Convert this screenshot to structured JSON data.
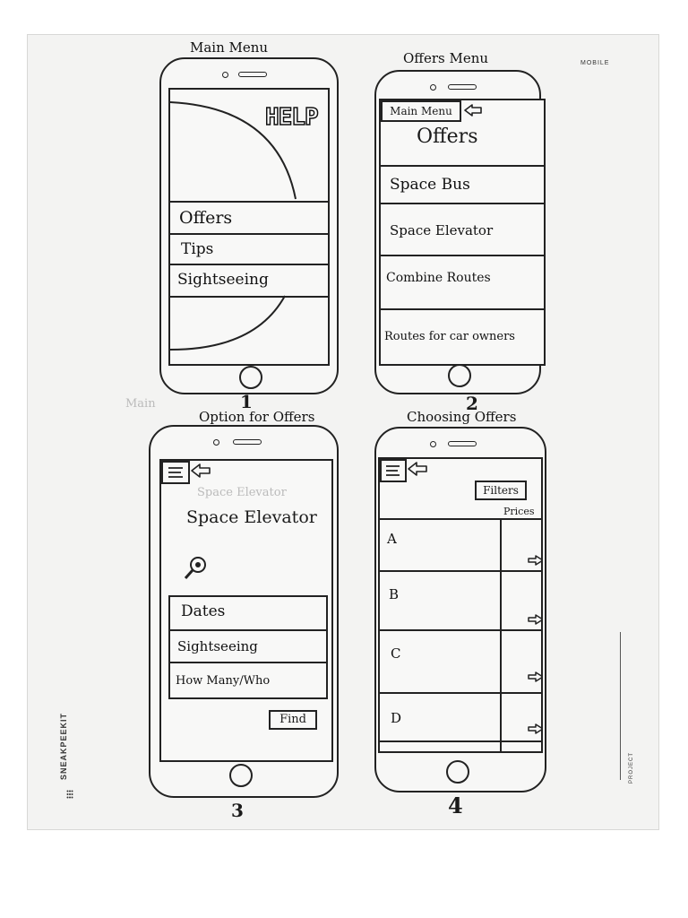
{
  "branding": {
    "mobile_label": "MOBILE",
    "brand": "SNEAKPEEKIT",
    "project_label": "PROJECT"
  },
  "screens": [
    {
      "title": "Main Menu",
      "number": "1",
      "help": "HELP",
      "items": [
        "Offers",
        "Tips",
        "Sightseeing"
      ]
    },
    {
      "title": "Offers Menu",
      "number": "2",
      "back_label": "Main Menu",
      "heading": "Offers",
      "items": [
        "Space Bus",
        "Space Elevator",
        "Combine Routes",
        "Routes for car owners"
      ]
    },
    {
      "title": "Option for Offers",
      "number": "3",
      "heading": "Space Elevator",
      "items": [
        "Dates",
        "Sightseeing",
        "How Many/Who"
      ],
      "find": "Find"
    },
    {
      "title": "Choosing Offers",
      "number": "4",
      "filters": "Filters",
      "prices": "Prices",
      "rows": [
        "A",
        "B",
        "C",
        "D"
      ]
    }
  ],
  "stray_marks": {
    "main": "Main",
    "space_elevator": "Space Elevator"
  }
}
